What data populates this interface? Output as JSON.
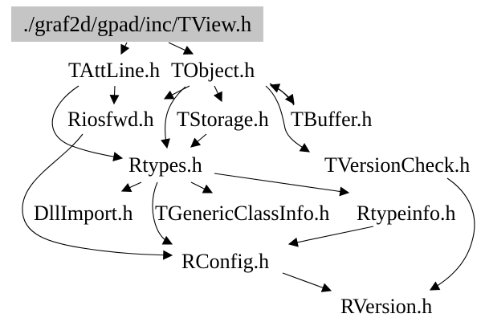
{
  "diagram": {
    "kind": "include-dependency-graph",
    "colors": {
      "background": "#ffffff",
      "root_node_fill": "#c5c5c5",
      "edge_color": "#000000",
      "text_color": "#000000"
    },
    "nodes": {
      "tview": {
        "label": "./graf2d/gpad/inc/TView.h"
      },
      "tattline": {
        "label": "TAttLine.h"
      },
      "tobject": {
        "label": "TObject.h"
      },
      "riosfwd": {
        "label": "Riosfwd.h"
      },
      "tstorage": {
        "label": "TStorage.h"
      },
      "tbuffer": {
        "label": "TBuffer.h"
      },
      "rtypes": {
        "label": "Rtypes.h"
      },
      "tversioncheck": {
        "label": "TVersionCheck.h"
      },
      "dllimport": {
        "label": "DllImport.h"
      },
      "tgenericclassinfo": {
        "label": "TGenericClassInfo.h"
      },
      "rtypeinfo": {
        "label": "Rtypeinfo.h"
      },
      "rconfig": {
        "label": "RConfig.h"
      },
      "rversion": {
        "label": "RVersion.h"
      }
    },
    "edges": [
      {
        "from": "tview",
        "to": "tattline"
      },
      {
        "from": "tview",
        "to": "tobject"
      },
      {
        "from": "tattline",
        "to": "riosfwd"
      },
      {
        "from": "tattline",
        "to": "rtypes"
      },
      {
        "from": "tobject",
        "to": "riosfwd"
      },
      {
        "from": "tobject",
        "to": "tstorage"
      },
      {
        "from": "tobject",
        "to": "rtypes"
      },
      {
        "from": "tobject",
        "to": "tbuffer"
      },
      {
        "from": "tobject",
        "to": "tversioncheck"
      },
      {
        "from": "tbuffer",
        "to": "tobject"
      },
      {
        "from": "tstorage",
        "to": "rtypes"
      },
      {
        "from": "riosfwd",
        "to": "rconfig"
      },
      {
        "from": "rtypes",
        "to": "dllimport"
      },
      {
        "from": "rtypes",
        "to": "tgenericclassinfo"
      },
      {
        "from": "rtypes",
        "to": "rtypeinfo"
      },
      {
        "from": "rtypes",
        "to": "rconfig"
      },
      {
        "from": "rtypeinfo",
        "to": "rconfig"
      },
      {
        "from": "rconfig",
        "to": "rversion"
      },
      {
        "from": "tversioncheck",
        "to": "rversion"
      }
    ]
  }
}
